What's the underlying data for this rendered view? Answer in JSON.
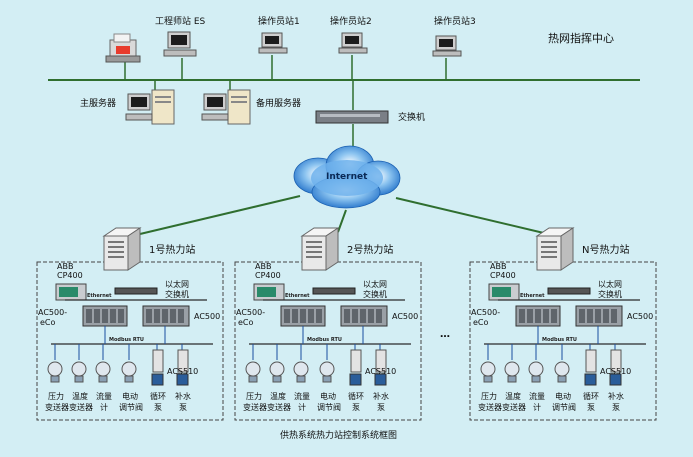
{
  "header": {
    "center_title": "热网指挥中心",
    "stations": [
      "工程师站 ES",
      "操作员站1",
      "操作员站2",
      "操作员站3"
    ]
  },
  "servers": {
    "main": "主服务器",
    "backup": "备用服务器",
    "switch": "交换机"
  },
  "network": {
    "cloud": "Internet"
  },
  "plants": [
    {
      "name": "1号热力站"
    },
    {
      "name": "2号热力站"
    },
    {
      "name": "N号热力站"
    }
  ],
  "plant_labels": {
    "hmi": [
      "ABB",
      "CP400"
    ],
    "ethernet_switch": [
      "以太网",
      "交换机"
    ],
    "ethernet_bus": "Ethernet",
    "modbus_bus": "Modbus RTU",
    "plc_left": [
      "AC500-",
      "eCo"
    ],
    "plc_right": "AC500",
    "drive": "ACS510",
    "devices": [
      [
        "压力",
        "变送器"
      ],
      [
        "温度",
        "变送器"
      ],
      [
        "流量",
        "计"
      ],
      [
        "电动",
        "调节阀"
      ],
      [
        "循环",
        "泵"
      ],
      [
        "补水",
        "泵"
      ]
    ]
  },
  "ellipsis": "…",
  "caption": "供热系统热力站控制系统框图",
  "colors": {
    "background": "#d3eef4",
    "line_green": "#2f6e2f",
    "line_blue": "#1a4fa0",
    "box_dash": "#444444",
    "cloud_blue": "#2e7fd3"
  }
}
